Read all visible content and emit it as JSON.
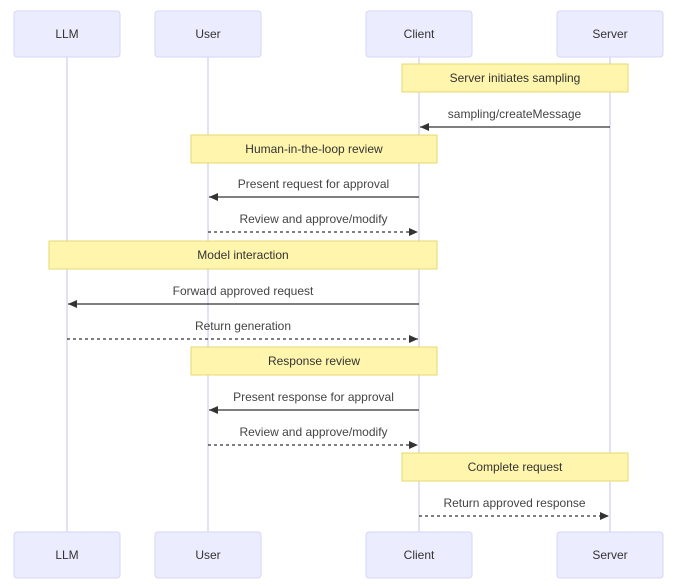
{
  "participants": [
    {
      "id": "llm",
      "label": "LLM"
    },
    {
      "id": "user",
      "label": "User"
    },
    {
      "id": "client",
      "label": "Client"
    },
    {
      "id": "server",
      "label": "Server"
    }
  ],
  "sequence": [
    {
      "kind": "note",
      "over": [
        "client",
        "server"
      ],
      "text": "Server initiates sampling"
    },
    {
      "kind": "message",
      "from": "server",
      "to": "client",
      "text": "sampling/createMessage",
      "style": "solid"
    },
    {
      "kind": "note",
      "over": [
        "user",
        "client"
      ],
      "text": "Human-in-the-loop review"
    },
    {
      "kind": "message",
      "from": "client",
      "to": "user",
      "text": "Present request for approval",
      "style": "solid"
    },
    {
      "kind": "message",
      "from": "user",
      "to": "client",
      "text": "Review and approve/modify",
      "style": "dashed"
    },
    {
      "kind": "note",
      "over": [
        "llm",
        "client"
      ],
      "text": "Model interaction"
    },
    {
      "kind": "message",
      "from": "client",
      "to": "llm",
      "text": "Forward approved request",
      "style": "solid"
    },
    {
      "kind": "message",
      "from": "llm",
      "to": "client",
      "text": "Return generation",
      "style": "dashed"
    },
    {
      "kind": "note",
      "over": [
        "user",
        "client"
      ],
      "text": "Response review"
    },
    {
      "kind": "message",
      "from": "client",
      "to": "user",
      "text": "Present response for approval",
      "style": "solid"
    },
    {
      "kind": "message",
      "from": "user",
      "to": "client",
      "text": "Review and approve/modify",
      "style": "dashed"
    },
    {
      "kind": "note",
      "over": [
        "client",
        "server"
      ],
      "text": "Complete request"
    },
    {
      "kind": "message",
      "from": "client",
      "to": "server",
      "text": "Return approved response",
      "style": "dashed"
    }
  ]
}
